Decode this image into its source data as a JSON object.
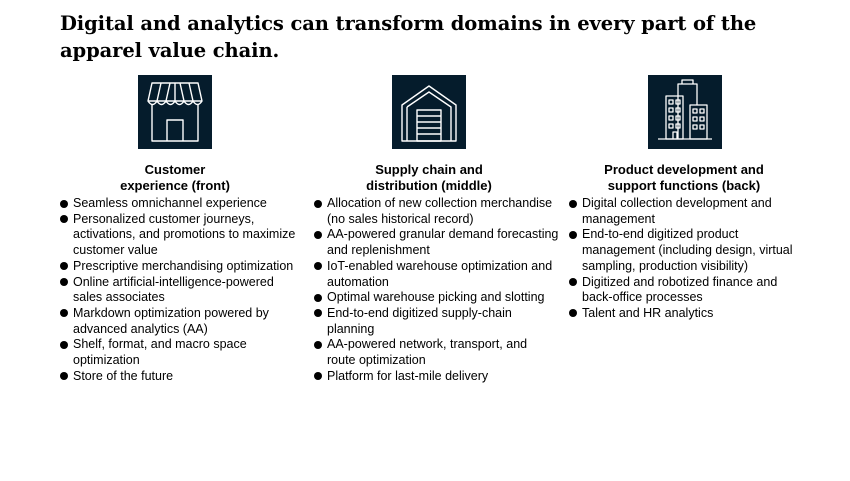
{
  "title": "Digital and analytics can transform domains in every part of the apparel value chain.",
  "columns": [
    {
      "heading_line1": "Customer",
      "heading_line2": "experience (front)",
      "icon": "storefront-icon",
      "items": [
        "Seamless omnichannel experience",
        "Personalized customer journeys, activations, and promotions to maximize customer value",
        "Prescriptive merchandising optimization",
        "Online artificial-intelligence-powered sales associates",
        "Markdown optimization powered by advanced analytics (AA)",
        "Shelf, format, and macro space optimization",
        "Store of the future"
      ]
    },
    {
      "heading_line1": "Supply chain and",
      "heading_line2": "distribution (middle)",
      "icon": "warehouse-icon",
      "items": [
        "Allocation of new collection merchandise (no sales historical record)",
        "AA-powered granular demand forecasting and replenishment",
        "IoT-enabled warehouse optimization and automation",
        "Optimal warehouse picking and slotting",
        "End-to-end digitized supply-chain planning",
        "AA-powered network, transport, and route optimization",
        "Platform for last-mile delivery"
      ]
    },
    {
      "heading_line1": "Product development and",
      "heading_line2": "support functions (back)",
      "icon": "office-buildings-icon",
      "items": [
        "Digital collection development and management",
        "End-to-end digitized product management (including design, virtual sampling, production visibility)",
        "Digitized and robotized finance and back-office processes",
        "Talent and HR analytics"
      ]
    }
  ],
  "colors": {
    "icon_background": "#051c2c",
    "icon_stroke": "#ffffff",
    "text": "#000000"
  }
}
